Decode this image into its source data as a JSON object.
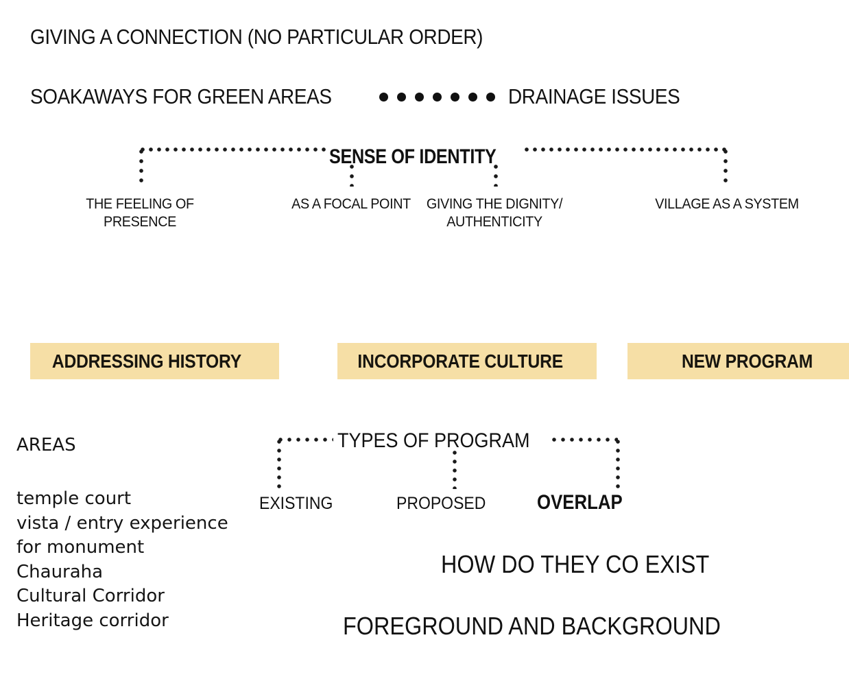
{
  "page": {
    "background": "#ffffff",
    "ink": "#111111",
    "highlight": "#f6dfa6"
  },
  "top": {
    "line1": "GIVING A CONNECTION (NO PARTICULAR ORDER)",
    "line2_left": "SOAKAWAYS FOR GREEN AREAS",
    "line2_right": "DRAINAGE ISSUES",
    "line2_dot_count": 7
  },
  "identity": {
    "heading": "SENSE OF IDENTITY",
    "branches": [
      {
        "label": "THE FEELING OF\nPRESENCE"
      },
      {
        "label": "AS A FOCAL POINT"
      },
      {
        "label": "GIVING THE DIGNITY/\nAUTHENTICITY"
      },
      {
        "label": "VILLAGE AS A SYSTEM"
      }
    ]
  },
  "tags": [
    {
      "label": "ADDRESSING HISTORY"
    },
    {
      "label": "INCORPORATE CULTURE"
    },
    {
      "label": "NEW PROGRAM"
    }
  ],
  "areas": {
    "title": "AREAS",
    "items": [
      "temple court",
      "vista / entry experience",
      "for monument",
      "Chauraha",
      "Cultural Corridor",
      "Heritage corridor"
    ]
  },
  "program": {
    "heading": "TYPES OF PROGRAM",
    "branches": [
      {
        "label": "EXISTING",
        "emphasis": "normal"
      },
      {
        "label": "PROPOSED",
        "emphasis": "normal"
      },
      {
        "label": "OVERLAP",
        "emphasis": "bold"
      }
    ],
    "questions": [
      "HOW DO THEY CO EXIST",
      "FOREGROUND AND BACKGROUND"
    ]
  }
}
